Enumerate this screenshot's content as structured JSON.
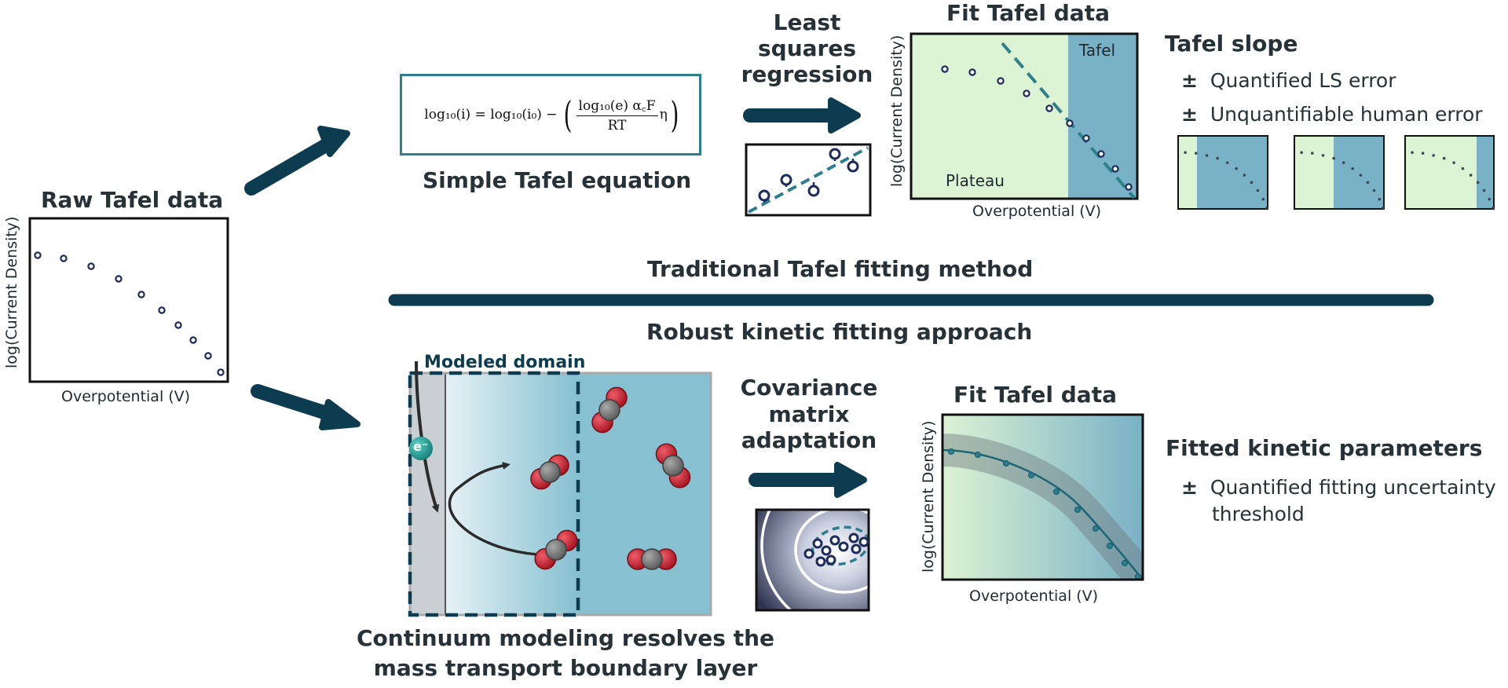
{
  "raw_panel": {
    "title": "Raw Tafel data",
    "ylabel": "log(Current Density)",
    "xlabel": "Overpotential (V)"
  },
  "equation_panel": {
    "caption": "Simple Tafel equation",
    "equation_lhs": "log₁₀(i) = log₁₀(i₀) −",
    "equation_num": "log₁₀(e) α꜀F",
    "equation_den": "RT",
    "equation_tail": "η"
  },
  "least_squares": {
    "title_line1": "Least",
    "title_line2": "squares",
    "title_line3": "regression"
  },
  "fit_top": {
    "title": "Fit Tafel data",
    "ylabel": "log(Current Density)",
    "xlabel": "Overpotential (V)",
    "region_tafel": "Tafel",
    "region_plateau": "Plateau"
  },
  "tafel_slope": {
    "title": "Tafel slope",
    "items": [
      {
        "sign": "±",
        "text": "Quantified LS error"
      },
      {
        "sign": "±",
        "text": "Unquantifiable human error"
      }
    ]
  },
  "divider": {
    "top_label": "Traditional Tafel fitting method",
    "bottom_label": "Robust kinetic fitting approach"
  },
  "model_panel": {
    "domain_label": "Modeled domain",
    "electron_label": "e⁻",
    "caption_line1": "Continuum modeling resolves the",
    "caption_line2": "mass transport boundary layer"
  },
  "cma": {
    "title_line1": "Covariance",
    "title_line2": "matrix",
    "title_line3": "adaptation"
  },
  "fit_bottom": {
    "title": "Fit Tafel data",
    "ylabel": "log(Current Density)",
    "xlabel": "Overpotential (V)"
  },
  "kinetic_params": {
    "title": "Fitted kinetic parameters",
    "sign": "±",
    "line1": "Quantified fitting uncertainty",
    "line2": "threshold"
  },
  "colors": {
    "dark_teal": "#0d3b4f",
    "teal": "#2e7f8c",
    "light_green": "#dcf3d4",
    "tafel_blue": "#79b1c6",
    "domain_blue": "#86c0d1",
    "oxygen_red": "#c8202f",
    "carbon_gray": "#777777"
  }
}
